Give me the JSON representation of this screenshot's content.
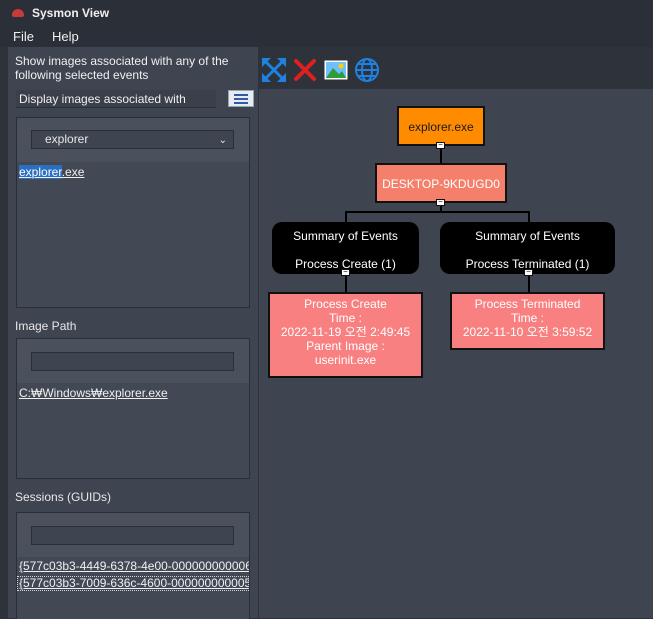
{
  "window": {
    "title": "Sysmon View"
  },
  "menu": {
    "file": "File",
    "help": "Help"
  },
  "left_panel": {
    "description": "Show images associated with any of the following selected events",
    "display_label": "Display images associated with",
    "images_filter_value": "explorer",
    "images_list": {
      "highlight": "explorer",
      "rest": ".exe"
    },
    "image_path_label": "Image Path",
    "image_path_items": [
      "C:₩Windows₩explorer.exe"
    ],
    "sessions_label": "Sessions (GUIDs)",
    "session_items": [
      "{577c03b3-4449-6378-4e00-000000000006",
      "{577c03b3-7009-636c-4600-000000000005"
    ]
  },
  "toolbar": {
    "icons": [
      "expand-arrows-icon",
      "close-x-icon",
      "image-icon",
      "globe-icon"
    ]
  },
  "graph": {
    "root": "explorer.exe",
    "host": "DESKTOP-9KDUGD0",
    "summary_create": {
      "line1": "Summary of Events",
      "line2": "Process Create (1)"
    },
    "summary_terminated": {
      "line1": "Summary of Events",
      "line2": "Process Terminated (1)"
    },
    "detail_create": {
      "l1": "Process Create",
      "l2": "Time :",
      "l3": "2022-11-19 오전 2:49:45",
      "l4": "Parent Image :",
      "l5": "userinit.exe"
    },
    "detail_terminated": {
      "l1": "Process Terminated",
      "l2": "Time :",
      "l3": "2022-11-10 오전 3:59:52"
    },
    "collapse_symbol": "−"
  },
  "colors": {
    "root": "#ff8c00",
    "host": "#f47f6b",
    "detail": "#f98080",
    "summary": "#000000",
    "selection": "#2a6fc2"
  }
}
